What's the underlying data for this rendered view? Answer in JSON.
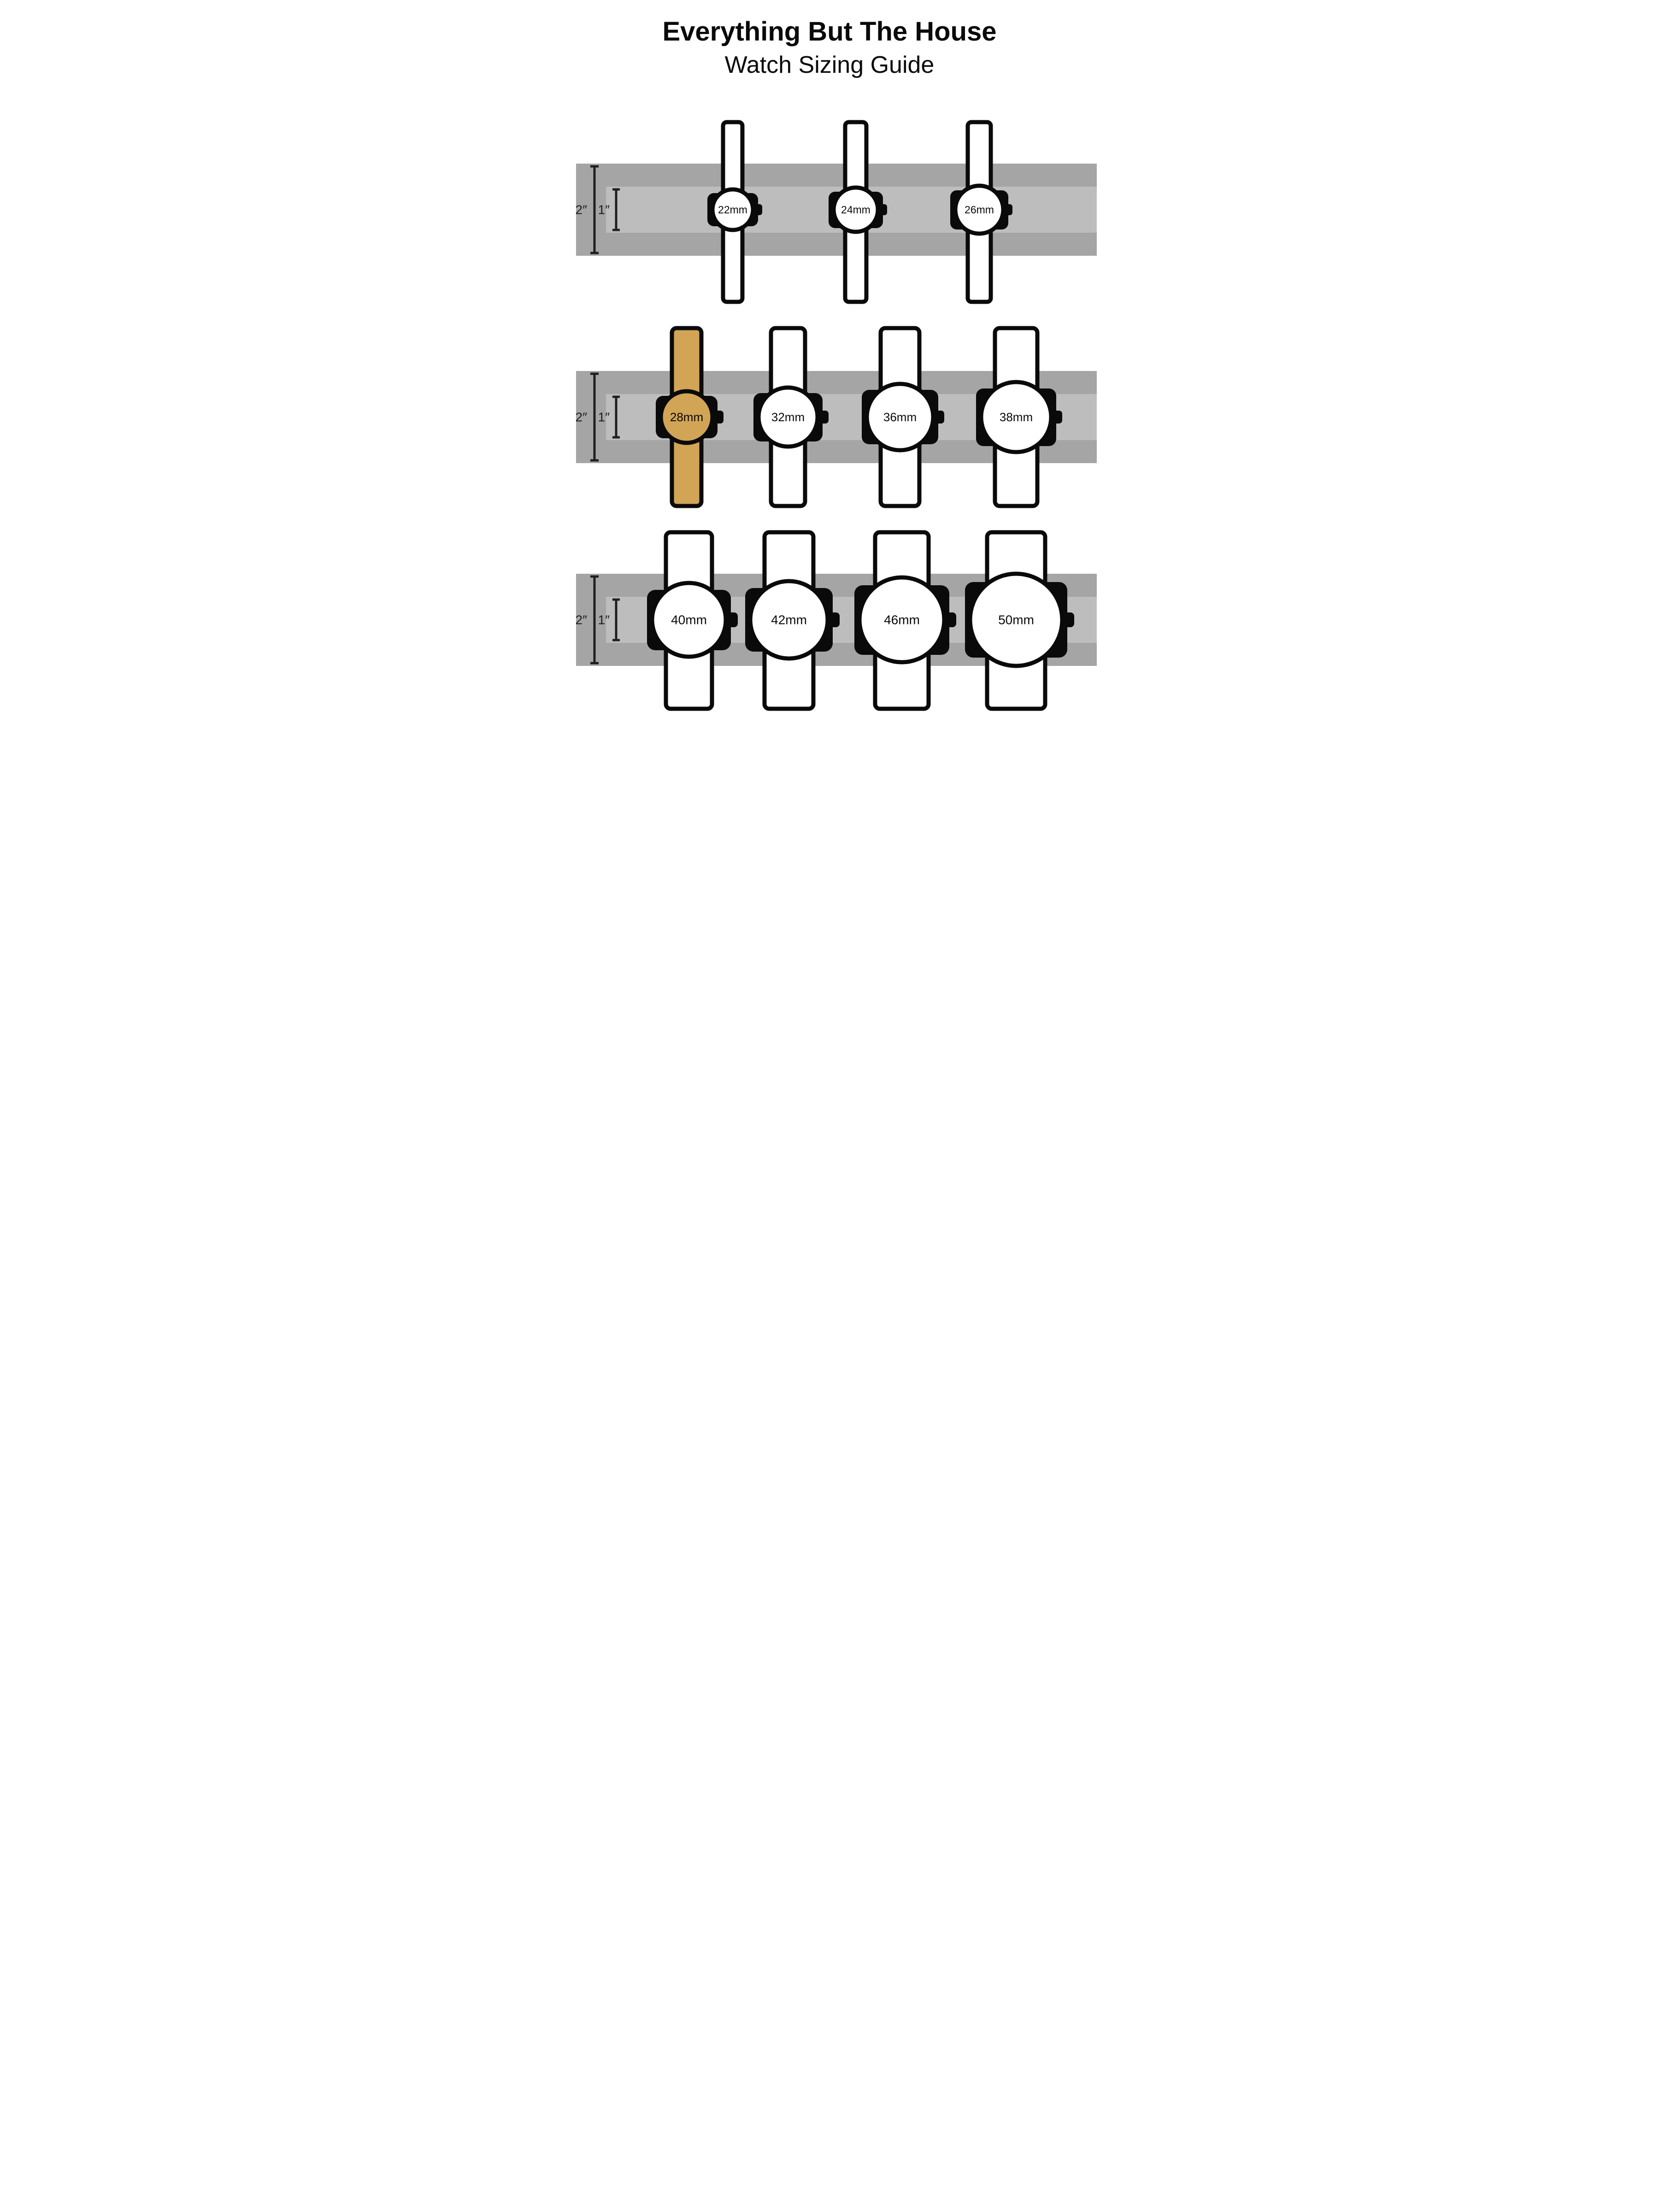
{
  "title": {
    "line1": "Everything But The House",
    "line2": "Watch Sizing Guide"
  },
  "rulers": {
    "outer_label": "2″",
    "inner_label": "1″"
  },
  "colors": {
    "band_outer": "#a5a5a5",
    "band_inner": "#bdbdbd",
    "highlight": "#d2a456",
    "watch_fill": "#ffffff",
    "outline": "#0a0a0a"
  },
  "rows": [
    {
      "name": "small",
      "watches": [
        {
          "label": "22mm"
        },
        {
          "label": "24mm"
        },
        {
          "label": "26mm"
        }
      ]
    },
    {
      "name": "medium",
      "watches": [
        {
          "label": "28mm",
          "highlighted": true
        },
        {
          "label": "32mm"
        },
        {
          "label": "36mm"
        },
        {
          "label": "38mm"
        }
      ]
    },
    {
      "name": "large",
      "watches": [
        {
          "label": "40mm"
        },
        {
          "label": "42mm"
        },
        {
          "label": "46mm"
        },
        {
          "label": "50mm"
        }
      ]
    }
  ]
}
